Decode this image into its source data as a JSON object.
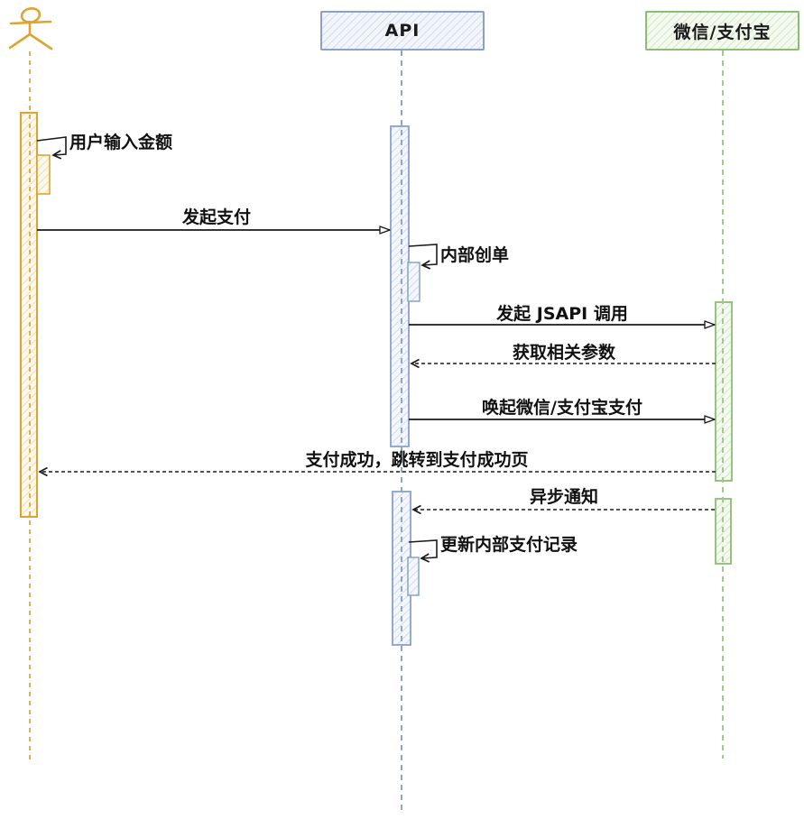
{
  "participants": {
    "user": {
      "label": "",
      "type": "actor"
    },
    "api": {
      "label": "API",
      "type": "box"
    },
    "gateway": {
      "label": "微信/支付宝",
      "type": "box"
    }
  },
  "messages": {
    "user_input": {
      "label": "用户输入金额",
      "from": "user",
      "to": "user",
      "style": "self"
    },
    "initiate_payment": {
      "label": "发起支付",
      "from": "user",
      "to": "api",
      "style": "solid"
    },
    "internal_order": {
      "label": "内部创单",
      "from": "api",
      "to": "api",
      "style": "self"
    },
    "jsapi_call": {
      "label": "发起 JSAPI 调用",
      "from": "api",
      "to": "gateway",
      "style": "solid"
    },
    "get_params": {
      "label": "获取相关参数",
      "from": "gateway",
      "to": "api",
      "style": "dashed"
    },
    "invoke_payment": {
      "label": "唤起微信/支付宝支付",
      "from": "api",
      "to": "gateway",
      "style": "solid"
    },
    "payment_success": {
      "label": "支付成功，跳转到支付成功页",
      "from": "gateway",
      "to": "user",
      "style": "dashed"
    },
    "async_notify": {
      "label": "异步通知",
      "from": "gateway",
      "to": "api",
      "style": "dashed"
    },
    "update_record": {
      "label": "更新内部支付记录",
      "from": "api",
      "to": "api",
      "style": "self"
    }
  },
  "colors": {
    "actor_stroke": "#dfa32f",
    "actor_lifeline": "#e4b04a",
    "api_border": "#8ba2c6",
    "api_lifeline": "#8fa6c6",
    "gateway_border": "#8cbe72",
    "gateway_lifeline": "#a3c98f",
    "message_line": "#1a1a1a"
  }
}
